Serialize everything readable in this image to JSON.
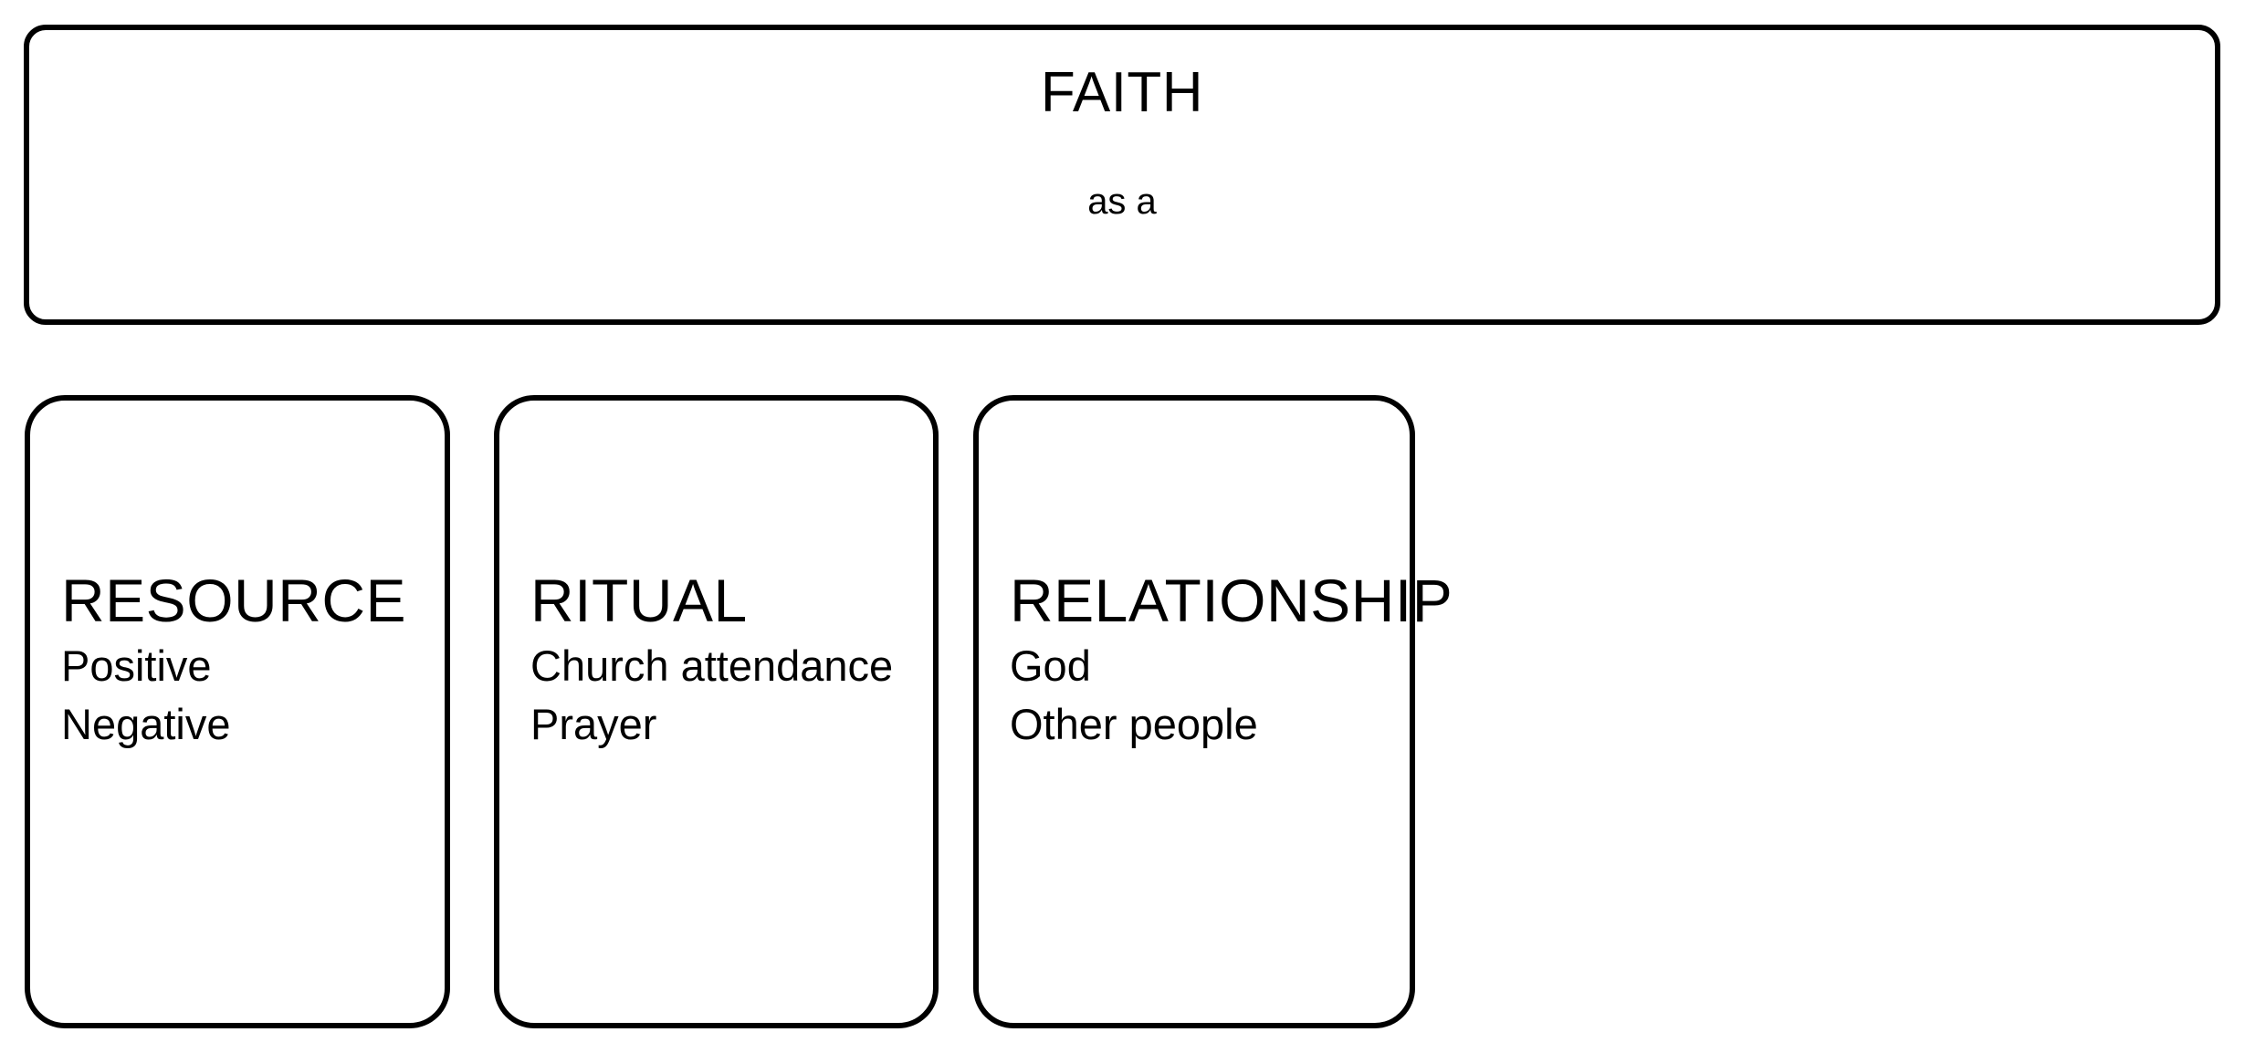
{
  "diagram": {
    "header": {
      "title": "FAITH",
      "subtitle": "as a"
    },
    "categories": [
      {
        "heading": "RESOURCE",
        "items": [
          "Positive",
          "Negative"
        ]
      },
      {
        "heading": "RITUAL",
        "items": [
          "Church attendance",
          "Prayer"
        ]
      },
      {
        "heading": "RELATIONSHIP",
        "items": [
          "God",
          "Other people"
        ]
      }
    ],
    "colors": {
      "stroke": "#000000",
      "fill": "#ffffff",
      "text": "#000000"
    }
  }
}
